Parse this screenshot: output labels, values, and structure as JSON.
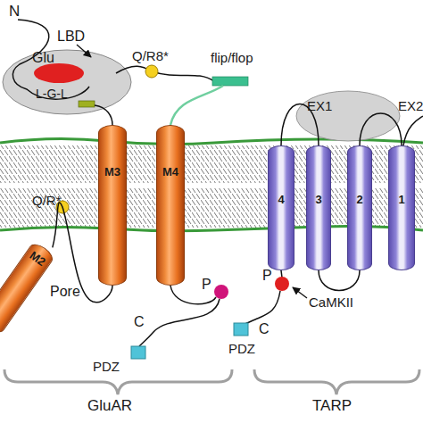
{
  "diagram": {
    "nodes": [
      {
        "text": [
          "M2"
        ]
      },
      {
        "text": [
          "M3"
        ]
      },
      {
        "text": [
          "M4"
        ]
      },
      {
        "text": [
          "4"
        ]
      },
      {
        "text": [
          "3"
        ]
      },
      {
        "text": [
          "2"
        ]
      },
      {
        "text": [
          "1"
        ]
      }
    ],
    "edges": [
      {
        "from": 0,
        "to": 1,
        "arrow": "none"
      },
      {
        "from": 3,
        "to": 4,
        "arrow": "none"
      },
      {
        "from": 4,
        "to": 5,
        "arrow": "none"
      },
      {
        "from": 5,
        "to": 6,
        "arrow": "none"
      }
    ],
    "labels": [
      "N",
      "LBD",
      "Glu",
      "L-G-L",
      "Q/R8*",
      "flip/flop",
      "EX1",
      "EX2",
      "Q/R*",
      "Pore",
      "P",
      "C",
      "PDZ",
      "P",
      "CaMKII",
      "C",
      "PDZ",
      "GluAR",
      "TARP"
    ]
  }
}
